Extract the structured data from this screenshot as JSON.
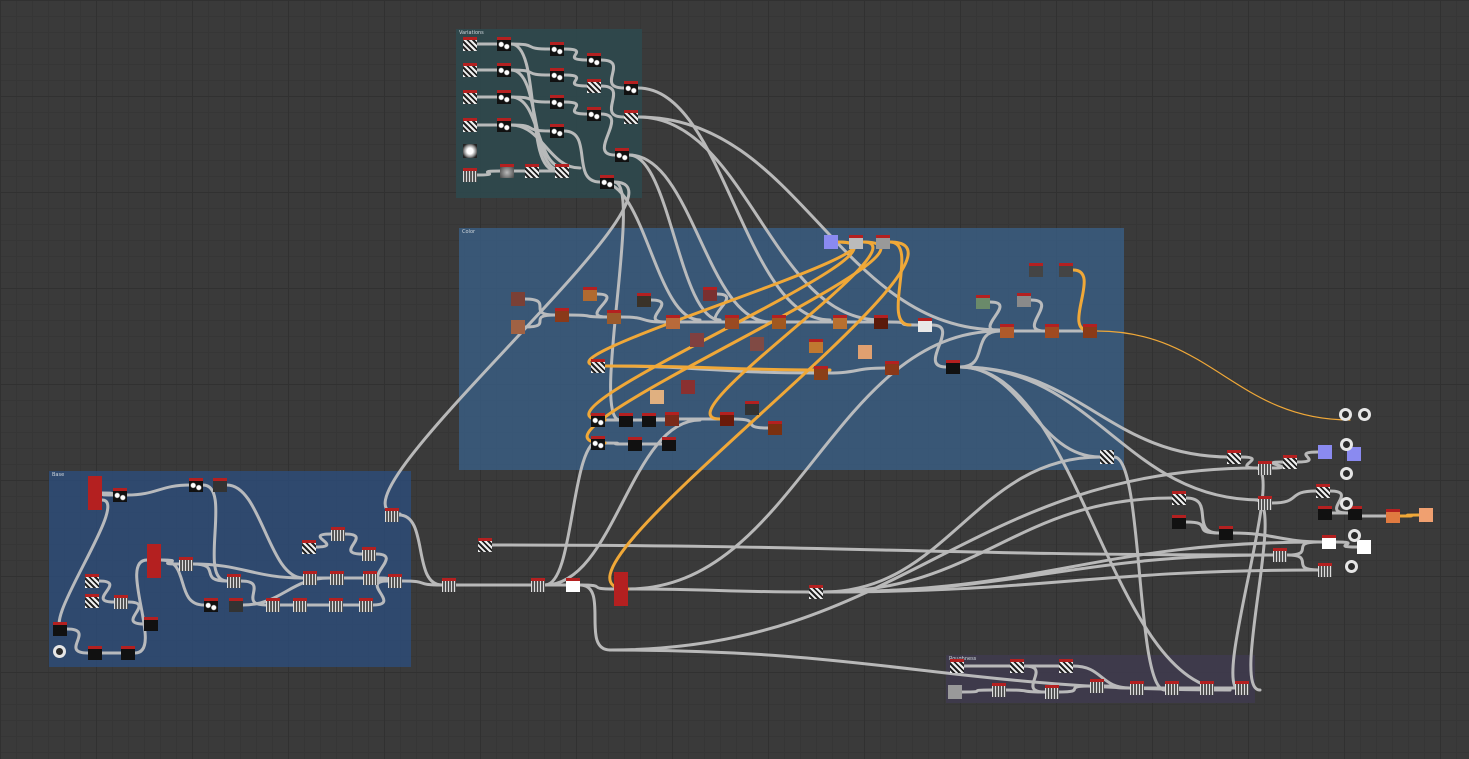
{
  "canvas": {
    "name": "node-graph"
  },
  "frames": [
    {
      "id": "fr-top",
      "title": "Variations",
      "color": "#2e4a4f"
    },
    {
      "id": "fr-mid",
      "title": "Color",
      "color": "#3a5f86"
    },
    {
      "id": "fr-left",
      "title": "Base",
      "color": "#2d4d7c"
    },
    {
      "id": "fr-br",
      "title": "Roughness",
      "color": "#3f3b4f"
    }
  ],
  "colors": {
    "wire": "#c4c4c4",
    "wire_highlight": "#f0a838",
    "node_header": "#b42020"
  }
}
